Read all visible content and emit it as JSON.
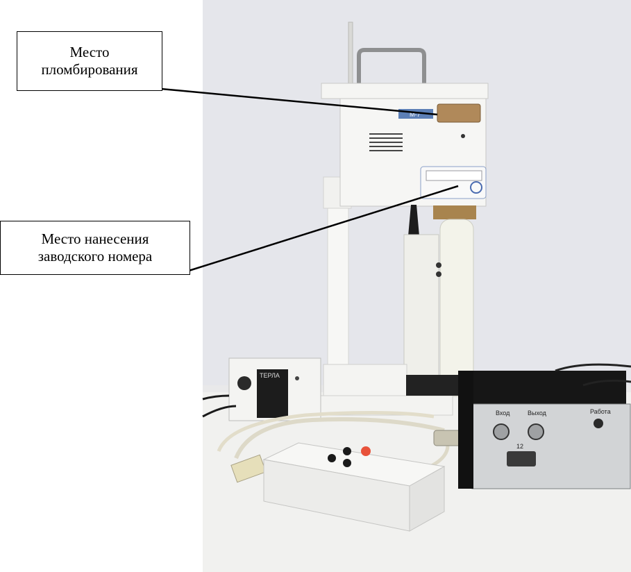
{
  "callouts": {
    "sealing": {
      "line1": "Место",
      "line2": "пломбирования"
    },
    "serial": {
      "line1": "Место нанесения",
      "line2": "заводского номера"
    }
  },
  "device_labels": {
    "badge": "М-7",
    "psu_brand": "ТЕРЛА",
    "input_label": "Вход",
    "output_label": "Выход",
    "work_label": "Работа",
    "port_label": "12"
  },
  "colors": {
    "wall": "#e6e7ec",
    "table": "#f2f2f0",
    "device_white": "#f4f4f2",
    "brass": "#b0895a",
    "aluminium": "#cfd1d3",
    "red_button": "#e8523a",
    "callout_border": "#000000"
  }
}
